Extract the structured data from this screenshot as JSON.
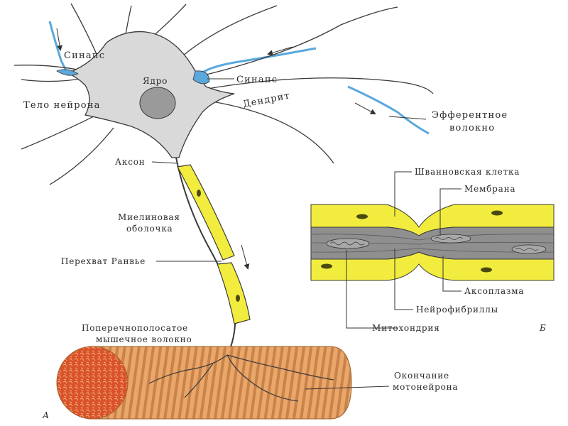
{
  "labels": {
    "synapse_top": "Синапс",
    "nucleus": "Ядро",
    "synapse_right": "Синапс",
    "neuron_body": "Тело нейрона",
    "dendrite": "Дендрит",
    "efferent_line1": "Эфферентное",
    "efferent_line2": "волокно",
    "axon": "Аксон",
    "myelin_line1": "Миелиновая",
    "myelin_line2": "оболочка",
    "ranvier": "Перехват Ранвье",
    "muscle_line1": "Поперечнополосатое",
    "muscle_line2": "мышечное волокно",
    "ending_line1": "Окончание",
    "ending_line2": "мотонейрона",
    "schwann": "Шванновская клетка",
    "membrane": "Мембрана",
    "axoplasm": "Аксоплазма",
    "neurofibrils": "Нейрофибриллы",
    "mitochondria": "Митохондрия",
    "panel_a": "А",
    "panel_b": "Б"
  },
  "colors": {
    "cell_body": "#d9d9d9",
    "myelin": "#f2ec3e",
    "synapse_fiber": "#5aa8dc",
    "muscle": "#e9a76a",
    "muscle_end": "#d9522c",
    "axoplasm": "#8f8f8f",
    "outline": "#3a3a3a"
  }
}
